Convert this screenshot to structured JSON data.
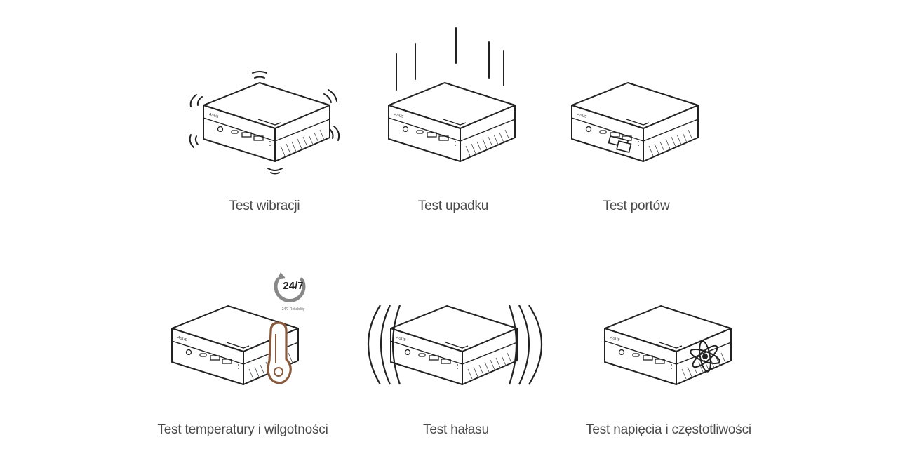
{
  "tests": [
    {
      "id": "vibration",
      "label": "Test wibracji"
    },
    {
      "id": "drop",
      "label": "Test upadku"
    },
    {
      "id": "ports",
      "label": "Test portów"
    },
    {
      "id": "temperature",
      "label": "Test temperatury i wilgotności"
    },
    {
      "id": "noise",
      "label": "Test hałasu"
    },
    {
      "id": "voltage",
      "label": "Test napięcia i częstotliwości"
    }
  ],
  "badge": {
    "main": "24/7",
    "caption": "24/7 Reliability"
  },
  "brand_mark": "ASUS",
  "colors": {
    "line": "#222222",
    "thermometer": "#8a5a3c",
    "caption": "#4a4a4a",
    "badge_ring": "#888888"
  }
}
